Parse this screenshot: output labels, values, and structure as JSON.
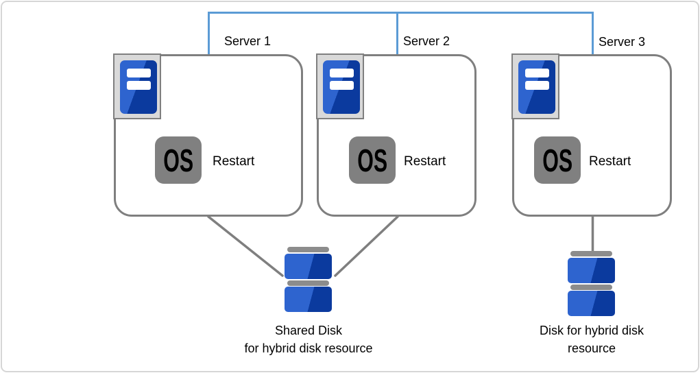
{
  "diagram": {
    "servers": [
      {
        "label": "Server 1",
        "os_label": "OS",
        "action": "Restart"
      },
      {
        "label": "Server 2",
        "os_label": "OS",
        "action": "Restart"
      },
      {
        "label": "Server 3",
        "os_label": "OS",
        "action": "Restart"
      }
    ],
    "shared_disk": {
      "caption_line1": "Shared Disk",
      "caption_line2": "for hybrid disk resource"
    },
    "single_disk": {
      "caption_line1": "Disk for hybrid disk",
      "caption_line2": "resource"
    },
    "colors": {
      "network_line": "#5b9bd5",
      "connector_line": "#7f7f7f",
      "box_border": "#7f7f7f",
      "icon_tile_bg": "#d9d9d9",
      "server_blue_light": "#2e64cf",
      "server_blue_dark": "#0b3a9e",
      "os_tile": "#808080",
      "disk_cap": "#8c8c8c"
    }
  }
}
